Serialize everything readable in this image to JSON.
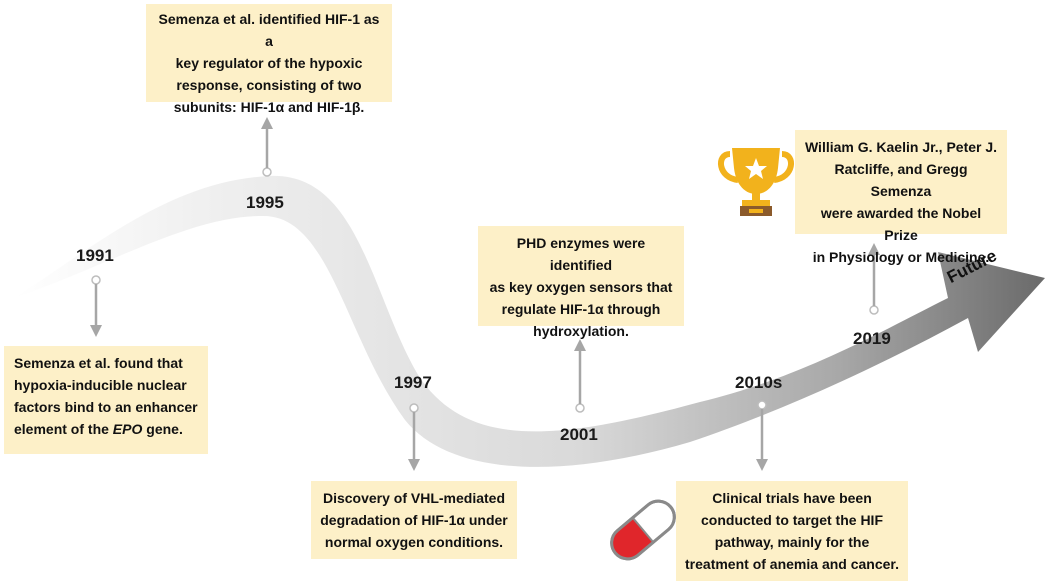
{
  "milestones": [
    {
      "year": "1991",
      "text": [
        "Semenza et al. found  that",
        "hypoxia-inducible nuclear",
        "factors bind to an enhancer",
        "element of the "
      ],
      "text_italic": "EPO",
      "text_tail": " gene."
    },
    {
      "year": "1995",
      "text": [
        "Semenza et al. identified HIF-1 as a",
        "key regulator of the hypoxic",
        "response, consisting of two",
        "subunits: HIF-1α and HIF-1β."
      ]
    },
    {
      "year": "1997",
      "text": [
        "Discovery of VHL-mediated",
        "degradation of HIF-1α under",
        "normal oxygen conditions."
      ]
    },
    {
      "year": "2001",
      "text": [
        "PHD enzymes were identified",
        "as key oxygen sensors that",
        "regulate HIF-1α through",
        "hydroxylation."
      ]
    },
    {
      "year": "2010s",
      "text": [
        "Clinical trials have been",
        "conducted to target the HIF",
        "pathway, mainly for the",
        "treatment of anemia and cancer."
      ]
    },
    {
      "year": "2019",
      "text": [
        "William G. Kaelin Jr., Peter J.",
        "Ratcliffe, and Gregg Semenza",
        "were awarded the Nobel Prize",
        "in Physiology or Medicine."
      ]
    }
  ],
  "arrow_label": "Future",
  "icons": {
    "trophy": "trophy-icon",
    "capsule": "capsule-icon"
  },
  "colors": {
    "box_fill": "#fdf0c8",
    "arrow_light": "#f2f2f2",
    "arrow_dark": "#6e6e6e",
    "connector": "#a6a6a6",
    "trophy": "#f2b21c",
    "capsule_red": "#e0262b"
  }
}
